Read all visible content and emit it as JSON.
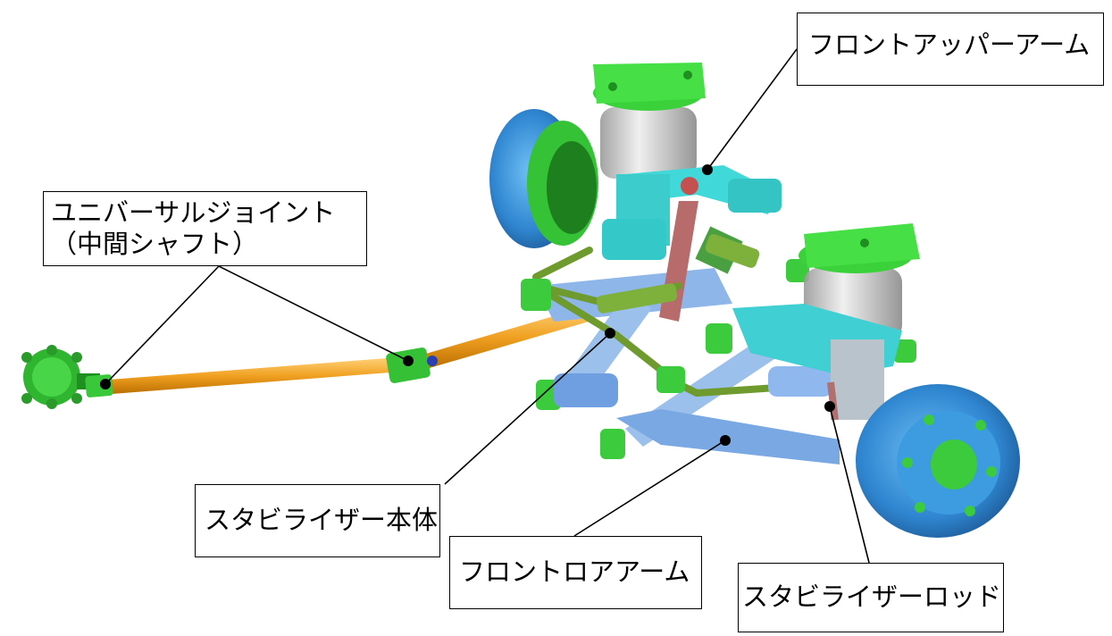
{
  "callouts": {
    "front_upper_arm": "フロントアッパーアーム",
    "universal_joint_line1": "ユニバーサルジョイント",
    "universal_joint_line2": "（中間シャフト）",
    "stabilizer_body": "スタビライザー本体",
    "front_lower_arm": "フロントロアアーム",
    "stabilizer_rod": "スタビライザーロッド"
  },
  "colors": {
    "bracket_green": "#3bd13b",
    "drum_blue": "#3a8fd8",
    "arm_cyan": "#3fd6d6",
    "lower_arm_blue": "#7faee6",
    "shaft_orange": "#f0a020",
    "stabilizer_olive": "#6e9a2e",
    "shock_red": "#b86b6b",
    "spring_grey": "#d8d8d8"
  }
}
